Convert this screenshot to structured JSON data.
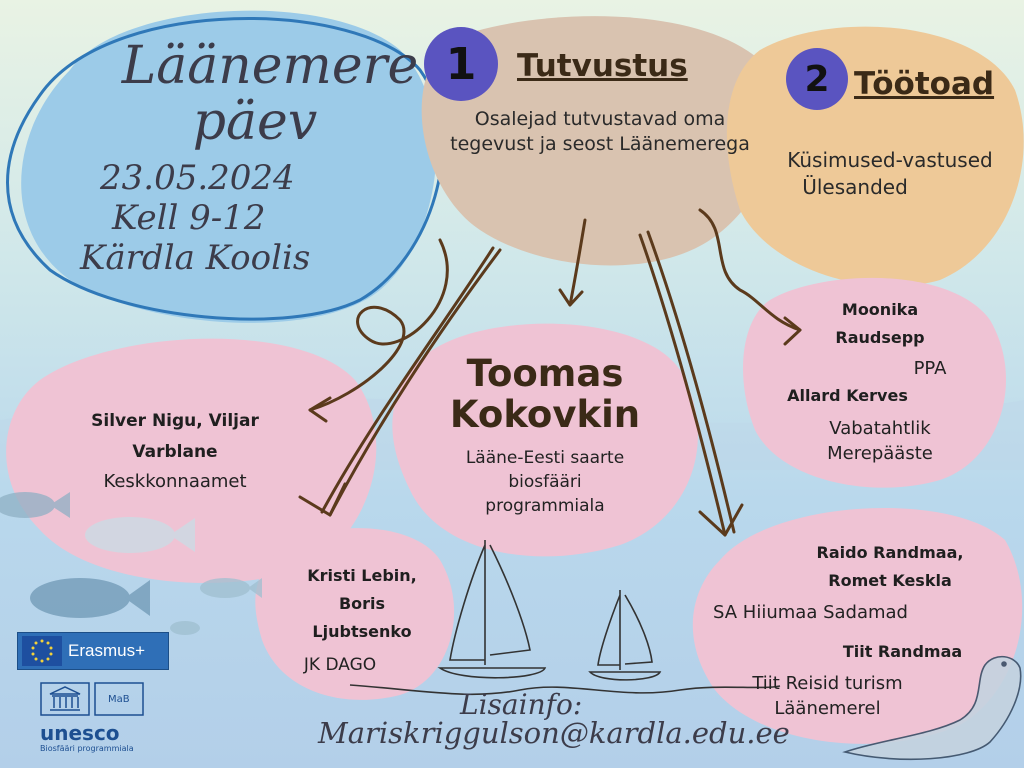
{
  "event": {
    "title_line1": "Läänemere",
    "title_line2": "päev",
    "date": "23.05.2024",
    "time": "Kell 9-12",
    "place": "Kärdla Koolis"
  },
  "section1": {
    "number": "1",
    "title": "Tutvustus",
    "text": "Osalejad tutvustavad oma tegevust ja seost Läänemerega"
  },
  "section2": {
    "number": "2",
    "title": "Töötoad",
    "line1": "Küsimused-vastused",
    "line2": "Ülesanded"
  },
  "center": {
    "name_line1": "Toomas",
    "name_line2": "Kokovkin",
    "org": "Lääne-Eesti saarte biosfääri programmiala"
  },
  "left": {
    "names": "Silver Nigu, Viljar Varblane",
    "org": "Keskkonnaamet"
  },
  "lower_left": {
    "names": "Kristi Lebin, Boris Ljubtsenko",
    "org": "JK DAGO"
  },
  "right_top": {
    "name1": "Moonika Raudsepp",
    "org1": "PPA",
    "name2": "Allard Kerves",
    "org2": "Vabatahtlik Merepääste"
  },
  "right_bottom": {
    "name1": "Raido Randmaa, Romet Keskla",
    "org1": "SA Hiiumaa Sadamad",
    "name2": "Tiit Randmaa",
    "org2": "Tiit Reisid turism Läänemerel"
  },
  "info": {
    "label": "Lisainfo:",
    "email": "Mariskriggulson@kardla.edu.ee"
  },
  "logos": {
    "erasmus": "Erasmus+",
    "unesco": "unesco",
    "unesco_sub": "Biosfääri programmiala",
    "mab": "MaB"
  },
  "icons": [
    "fish-icon",
    "sailboat-icon",
    "seal-icon",
    "eu-flag-icon",
    "unesco-temple-icon"
  ],
  "colors": {
    "pink": "#efc3d4",
    "tan": "#d9c3b0",
    "orange": "#eec998",
    "blue": "#9ccbe8",
    "arrow": "#5b3a1c"
  }
}
